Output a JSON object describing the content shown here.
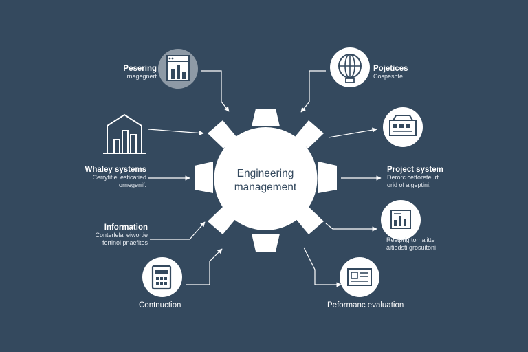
{
  "center": {
    "line1": "Engineering",
    "line2": "management"
  },
  "nodes": [
    {
      "id": "top-left",
      "title": "Pesering",
      "sub1": "rnagegnert",
      "sub2": "",
      "icon": "browser-chart-icon"
    },
    {
      "id": "top-right",
      "title": "Pojetices",
      "sub1": "Cospeshte",
      "sub2": "",
      "icon": "globe-icon"
    },
    {
      "id": "mid-left",
      "title": "Whaley systems",
      "sub1": "Cerryfitiel esticatied",
      "sub2": "ornegenif.",
      "icon": "building-chart-icon"
    },
    {
      "id": "mid-right",
      "title": "Project system",
      "sub1": "Derorc ceftoreteurt",
      "sub2": "orid of algeptini.",
      "icon": "dashboard-icon"
    },
    {
      "id": "lower-left",
      "title": "Information",
      "sub1": "Conterlelal eiwortie",
      "sub2": "fertinol pnaefites",
      "icon": ""
    },
    {
      "id": "lower-right",
      "title": "",
      "sub1": "Restprig tornalitte",
      "sub2": "aitiedsti grosuitoni",
      "icon": "bar-chart-icon"
    },
    {
      "id": "bottom-left",
      "title": "Contnuction",
      "sub1": "",
      "sub2": "",
      "icon": "document-keypad-icon"
    },
    {
      "id": "bottom-right",
      "title": "Peformanc evaluation",
      "sub1": "",
      "sub2": "",
      "icon": "report-card-icon"
    }
  ],
  "colors": {
    "background": "#34495e",
    "foreground": "#ffffff",
    "icon_stroke": "#34495e",
    "accent_gray": "#8e9aa6"
  }
}
